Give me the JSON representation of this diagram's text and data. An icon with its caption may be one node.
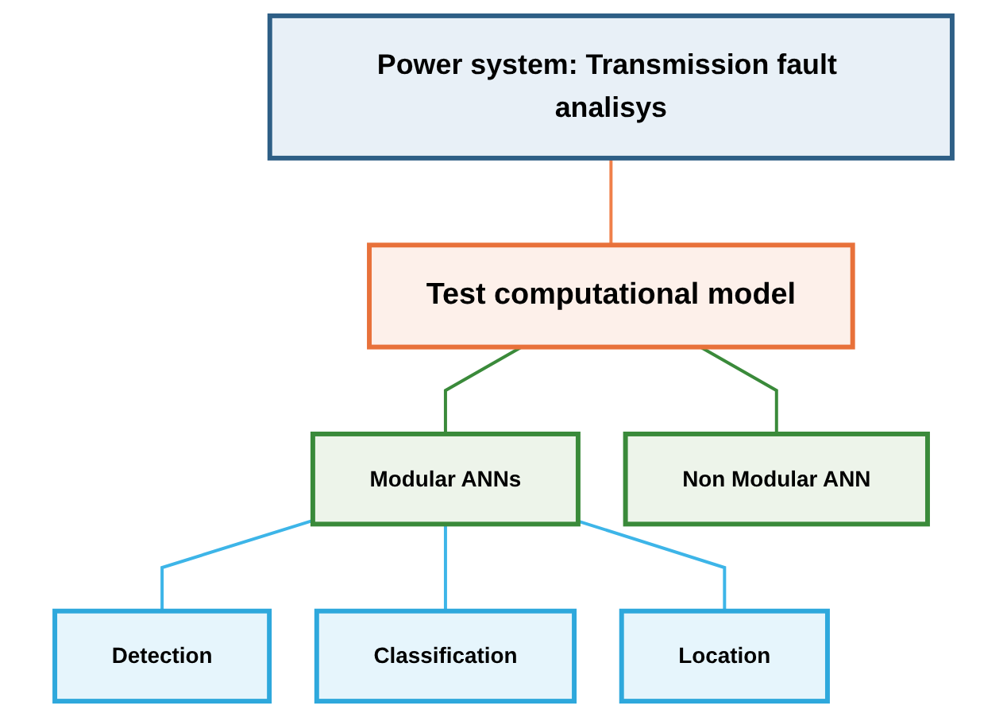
{
  "diagram": {
    "nodes": [
      {
        "text": [
          "Power system: Transmission fault analisys"
        ]
      },
      {
        "text": [
          "Test computational model"
        ]
      },
      {
        "text": [
          "Modular ANNs"
        ]
      },
      {
        "text": [
          "Non Modular ANN"
        ]
      },
      {
        "text": [
          "Detection"
        ]
      },
      {
        "text": [
          "Classification"
        ]
      },
      {
        "text": [
          "Location"
        ]
      }
    ],
    "edges": [
      {
        "from": 0,
        "to": 1,
        "arrow": "none",
        "color": "#f0804a"
      },
      {
        "from": 1,
        "to": 2,
        "arrow": "none",
        "color": "#3a8a3a"
      },
      {
        "from": 1,
        "to": 3,
        "arrow": "none",
        "color": "#3a8a3a"
      },
      {
        "from": 2,
        "to": 4,
        "arrow": "none",
        "color": "#3db5e8"
      },
      {
        "from": 2,
        "to": 5,
        "arrow": "none",
        "color": "#3db5e8"
      },
      {
        "from": 2,
        "to": 6,
        "arrow": "none",
        "color": "#3db5e8"
      }
    ]
  }
}
